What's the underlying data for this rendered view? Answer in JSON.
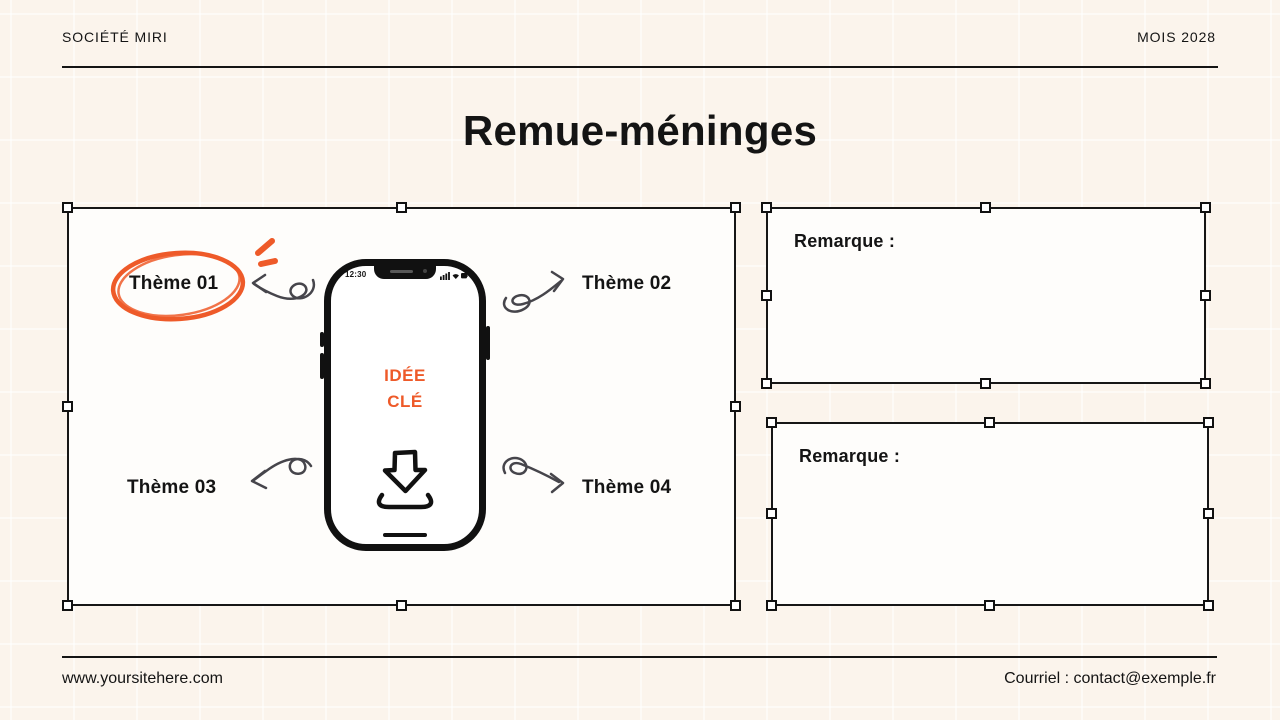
{
  "header": {
    "company": "SOCIÉTÉ MIRI",
    "date": "MOIS 2028"
  },
  "title": "Remue-méninges",
  "brainstorm": {
    "themes": [
      {
        "label": "Thème 01"
      },
      {
        "label": "Thème 02"
      },
      {
        "label": "Thème 03"
      },
      {
        "label": "Thème 04"
      }
    ],
    "phone": {
      "time": "12:30",
      "key_idea_line1": "IDÉE",
      "key_idea_line2": "CLÉ",
      "status_icons": [
        "signal-bars-icon",
        "wifi-icon",
        "battery-icon"
      ],
      "center_icon": "download-tray-icon"
    },
    "decorations": [
      "orange-ellipse-highlight",
      "emphasis-dashes-icon",
      "curly-arrow-icon"
    ]
  },
  "notes": [
    {
      "label": "Remarque :"
    },
    {
      "label": "Remarque :"
    }
  ],
  "footer": {
    "website": "www.yoursitehere.com",
    "email": "Courriel : contact@exemple.fr"
  },
  "colors": {
    "background": "#FBF4EC",
    "panel_white": "#FEFDFB",
    "ink": "#141414",
    "accent_orange": "#EE5A29",
    "arrow_gray": "#46454B"
  }
}
